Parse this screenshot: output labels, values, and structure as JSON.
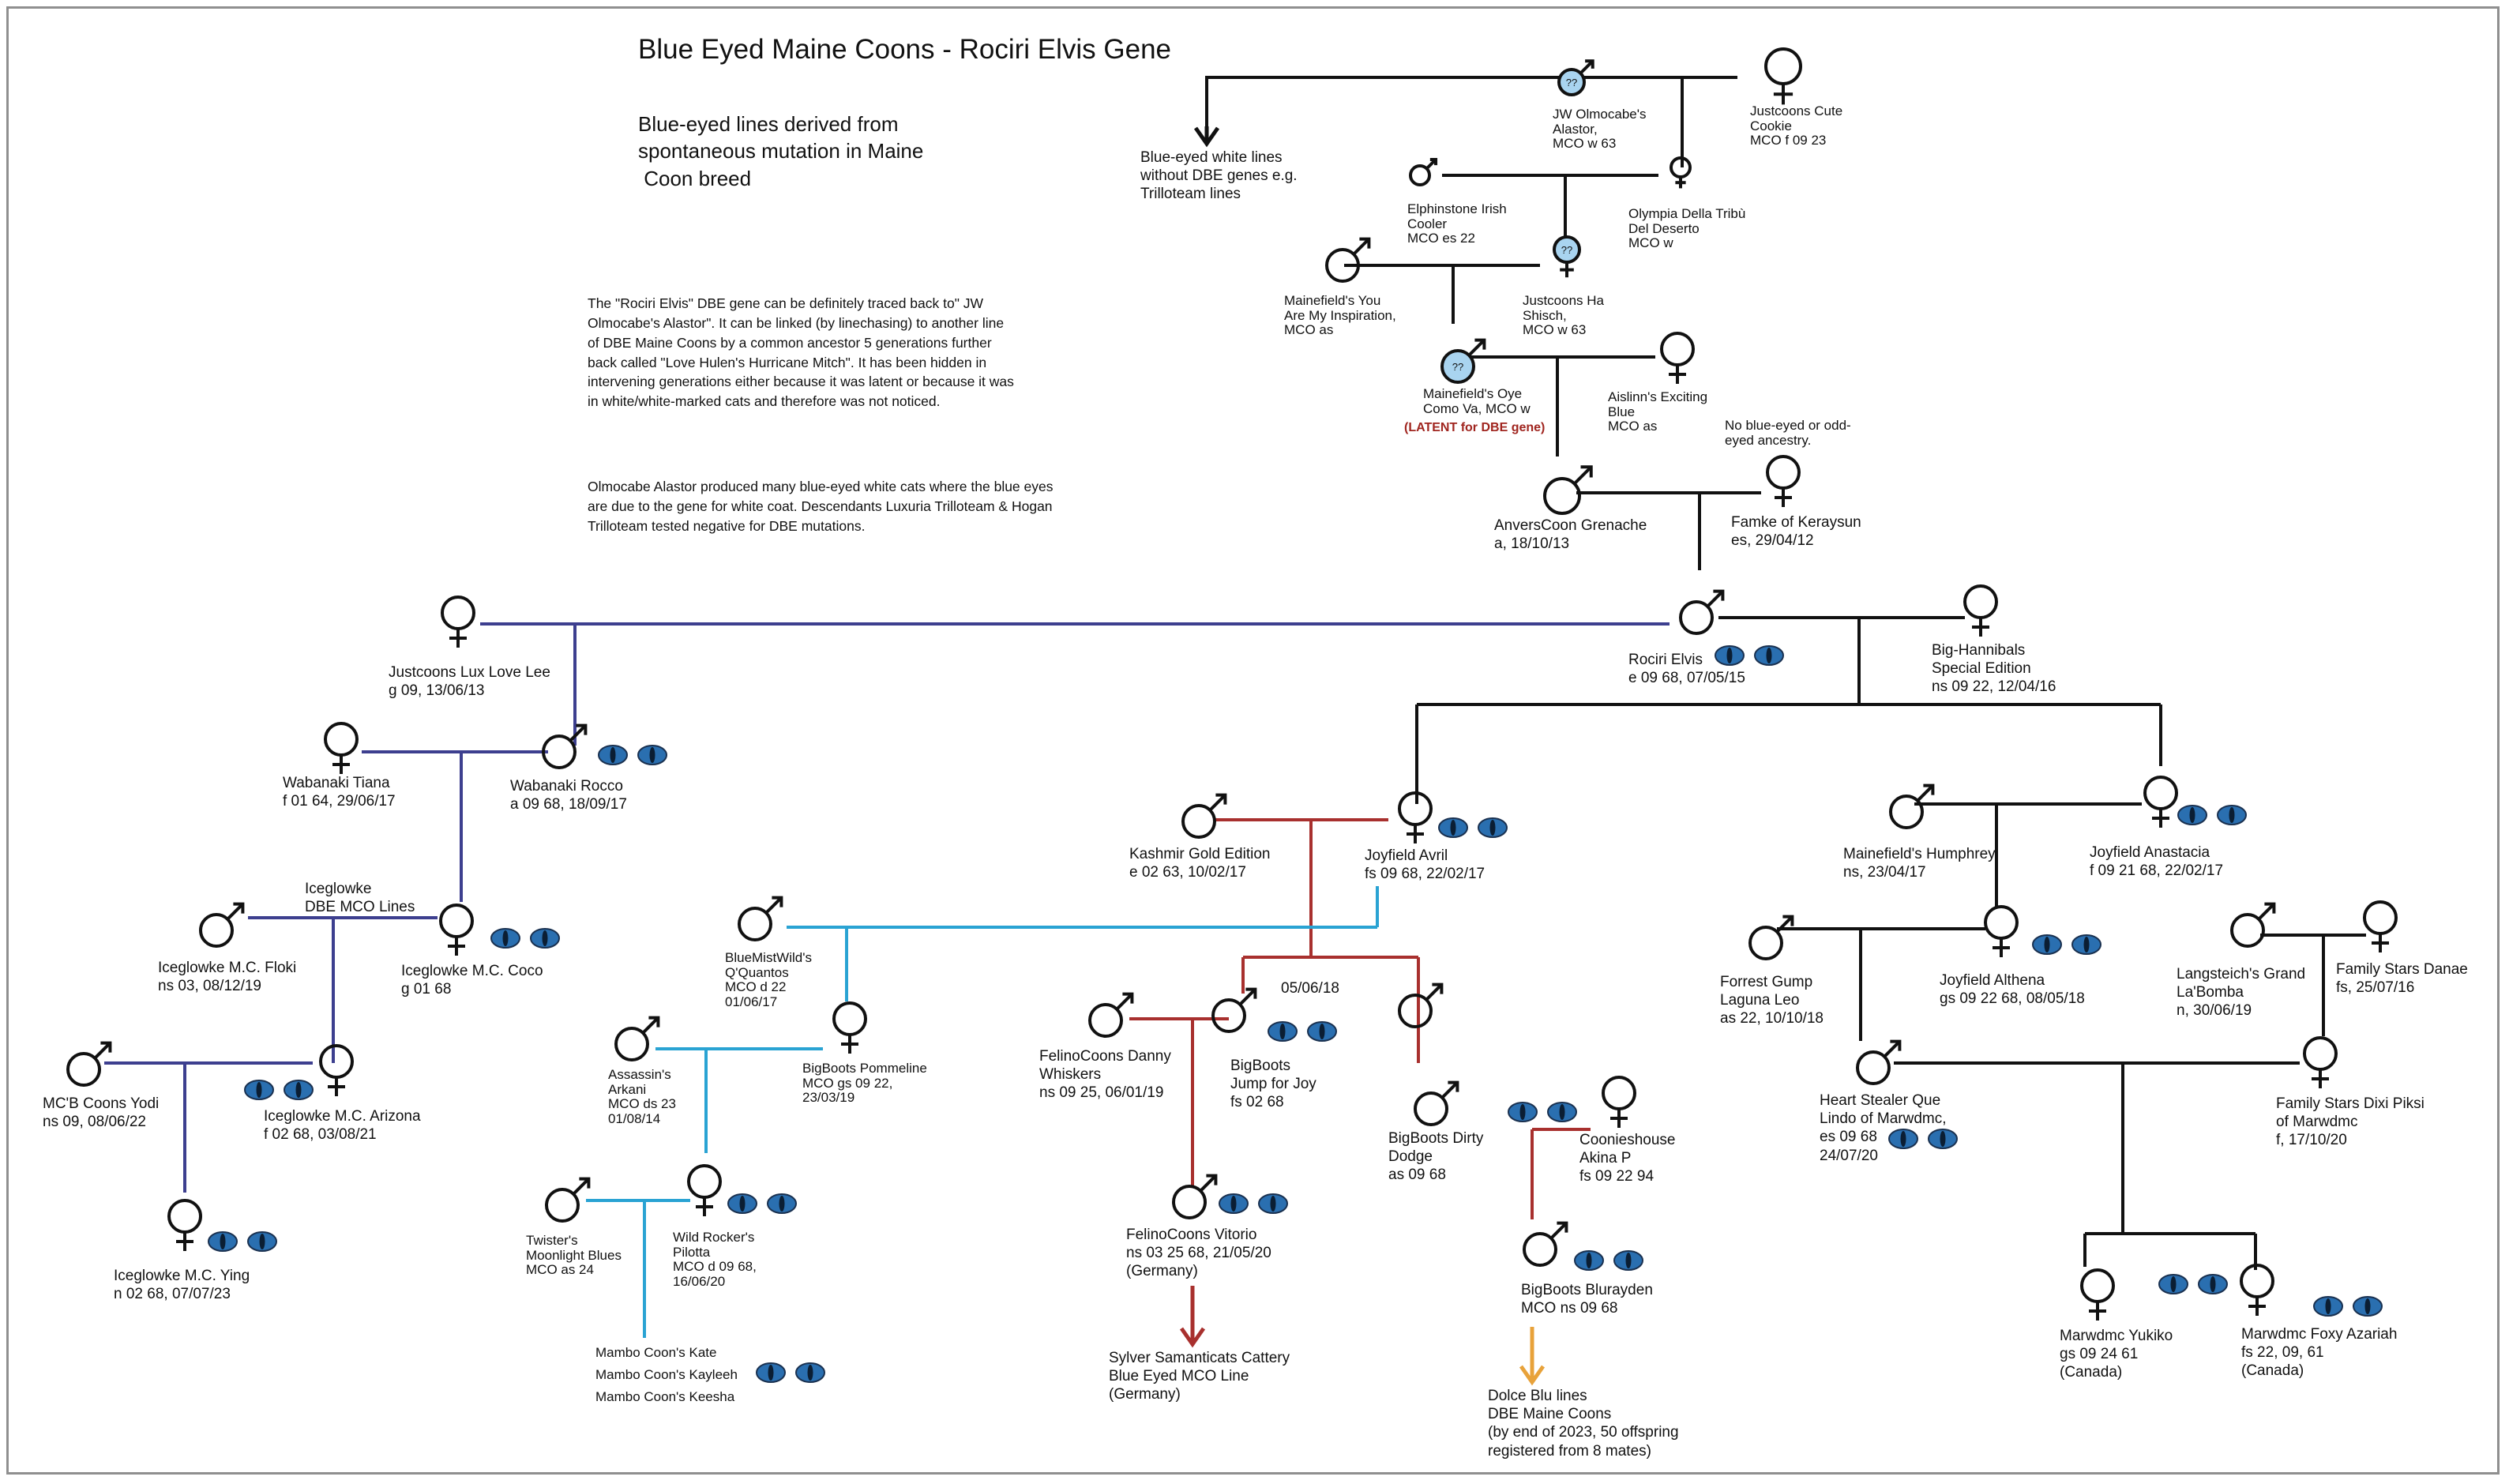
{
  "title": "Blue Eyed Maine Coons - Rociri Elvis Gene",
  "subtitle": "Blue-eyed lines derived from\nspontaneous mutation in Maine\n Coon breed",
  "note_1": "The \"Rociri Elvis\" DBE gene can be definitely traced back to\" JW\nOlmocabe's Alastor\". It can be linked (by linechasing) to another line\nof DBE Maine Coons by a common ancestor 5 generations further\nback called \"Love Hulen's Hurricane Mitch\". It has been hidden in\nintervening generations either because it was latent or because it was\nin white/white-marked cats and therefore was not noticed.",
  "note_2": "Olmocabe Alastor produced many blue-eyed white cats where the blue eyes\nare due to the gene for white coat. Descendants Luxuria Trilloteam & Hogan\nTrilloteam tested negative for DBE mutations.",
  "colors": {
    "line_black": "#111111",
    "line_purple": "#3d3f8f",
    "line_blue": "#2aa3d3",
    "line_red": "#a8302e",
    "line_orange": "#e8a23a",
    "eye_blue": "#2a6fb0",
    "eye_pupil": "#0b1e33",
    "unknown_fill": "#a9d4f0"
  },
  "labels": {
    "alastor": "JW Olmocabe's\nAlastor,\nMCO w 63",
    "cookie": "Justcoons Cute\nCookie\nMCO f 09 23",
    "white_lines": "Blue-eyed white lines\nwithout DBE genes e.g.\nTrilloteam lines",
    "elphinstone": "Elphinstone Irish\nCooler\nMCO es 22",
    "olympia": "Olympia Della Tribù\nDel Deserto\nMCO w",
    "mainefield_you": "Mainefield's You\nAre My Inspiration,\nMCO as",
    "ha_shisch": "Justcoons Ha\nShisch,\nMCO w 63",
    "oye": "Mainefield's Oye\nComo Va, MCO w",
    "latent": "(LATENT for DBE gene)",
    "aislinn": "Aislinn's Exciting\nBlue\nMCO as",
    "no_blue": "No blue-eyed or odd-\neyed ancestry.",
    "grenache": "AnversCoon Grenache\na, 18/10/13",
    "famke": "Famke of Keraysun\nes, 29/04/12",
    "elvis": "Rociri Elvis\ne 09 68, 07/05/15",
    "hannibals": "Big-Hannibals\nSpecial Edition\nns 09 22, 12/04/16",
    "lux": "Justcoons Lux Love Lee\ng 09, 13/06/13",
    "tiana": "Wabanaki Tiana\nf 01 64, 29/06/17",
    "rocco": "Wabanaki Rocco\na 09 68, 18/09/17",
    "iceglowke_lines": "Iceglowke\nDBE MCO Lines",
    "floki": "Iceglowke M.C. Floki\nns 03, 08/12/19",
    "coco": "Iceglowke M.C. Coco\ng 01 68",
    "yodi": "MC'B Coons Yodi\nns 09, 08/06/22",
    "arizona": "Iceglowke M.C. Arizona\nf 02 68, 03/08/21",
    "ying": "Iceglowke M.C. Ying\nn 02 68, 07/07/23",
    "kashmir": "Kashmir Gold Edition\ne 02 63, 10/02/17",
    "avril": "Joyfield Avril\nfs 09 68, 22/02/17",
    "quantos": "BlueMistWild's\nQ'Quantos\nMCO d 22\n01/06/17",
    "pommeline": "BigBoots Pommeline\nMCO gs 09 22,\n23/03/19",
    "arkani": "Assassin's\nArkani\nMCO ds 23\n01/08/14",
    "twister": "Twister's\nMoonlight Blues\nMCO as 24",
    "pilotta": "Wild Rocker's\nPilotta\nMCO d 09 68,\n16/06/20",
    "mambo_kate": "Mambo Coon's Kate",
    "mambo_kayleeh": "Mambo Coon's Kayleeh",
    "mambo_keesha": "Mambo Coon's Keesha",
    "danny": "FelinoCoons Danny\nWhiskers\nns 09 25, 06/01/19",
    "date_050618": "05/06/18",
    "jump": "BigBoots\nJump for Joy\nfs 02 68",
    "vitorio": "FelinoCoons Vitorio\nns 03 25 68, 21/05/20\n(Germany)",
    "sylver": "Sylver Samanticats Cattery\nBlue Eyed MCO Line\n(Germany)",
    "dirty_dodge": "BigBoots Dirty\nDodge\nas 09 68",
    "akina": "Coonieshouse\nAkina P\nfs 09 22 94",
    "blurayden": "BigBoots Blurayden\nMCO ns 09 68",
    "dolce": "Dolce Blu lines\nDBE Maine Coons\n(by end of 2023, 50 offspring\nregistered from 8 mates)",
    "humphrey": "Mainefield's Humphrey\nns, 23/04/17",
    "anastacia": "Joyfield Anastacia\nf 09 21 68, 22/02/17",
    "forrest": "Forrest Gump\nLaguna Leo\nas 22, 10/10/18",
    "althena": "Joyfield Althena\ngs 09 22 68, 08/05/18",
    "langsteich": "Langsteich's Grand\nLa'Bomba\nn, 30/06/19",
    "danae": "Family Stars Danae\nfs, 25/07/16",
    "heart_stealer": "Heart Stealer Que\nLindo of Marwdmc,\nes 09 68\n24/07/20",
    "dixi": "Family Stars Dixi Piksi\nof Marwdmc\nf, 17/10/20",
    "yukiko": "Marwdmc Yukiko\ngs 09 24 61\n(Canada)",
    "foxy": "Marwdmc Foxy Azariah\nfs 22, 09, 61\n(Canada)"
  }
}
